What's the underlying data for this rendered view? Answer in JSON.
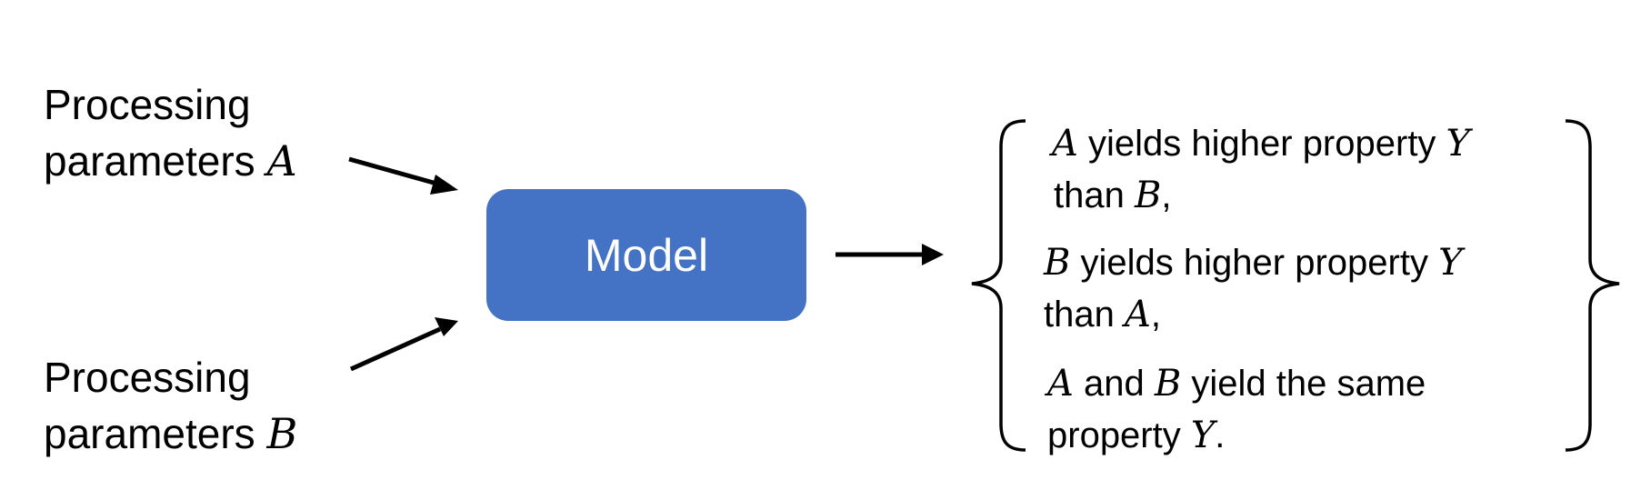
{
  "inputs": {
    "a": {
      "line1": "Processing",
      "line2_prefix": "parameters ",
      "var": "A"
    },
    "b": {
      "line1": "Processing",
      "line2_prefix": "parameters ",
      "var": "B"
    }
  },
  "model": {
    "label": "Model"
  },
  "outcomes": [
    {
      "v1": "A",
      "t1": " yields higher property ",
      "v2": "Y",
      "t2": "than ",
      "v3": "B",
      "t3": ","
    },
    {
      "v1": "B",
      "t1": " yields higher property ",
      "v2": "Y",
      "t2": "than ",
      "v3": "A",
      "t3": ","
    },
    {
      "v1": "A",
      "t1": " and ",
      "v2": "B",
      "t2": " yield the same",
      "t3": "property ",
      "v3": "Y",
      "t4": "."
    }
  ],
  "colors": {
    "model_fill": "#4472c4",
    "model_text": "#ffffff",
    "lines": "#000000"
  }
}
